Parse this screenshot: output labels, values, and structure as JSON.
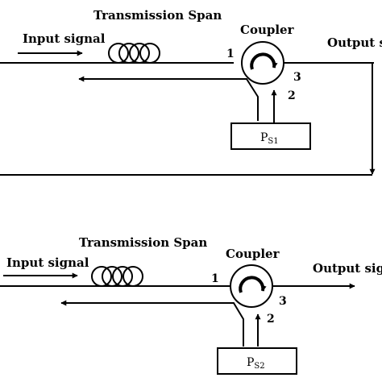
{
  "panels": [
    {
      "id": "top",
      "input_label": "Input signal",
      "span_label": "Transmission Span",
      "coupler_label": "Coupler",
      "output_label": "Output signal",
      "port1": "1",
      "port2": "2",
      "port3": "3",
      "pump_label_main": "P",
      "pump_label_sub": "S1"
    },
    {
      "id": "bottom",
      "input_label": "Input signal",
      "span_label": "Transmission Span",
      "coupler_label": "Coupler",
      "output_label": "Output signal",
      "port1": "1",
      "port2": "2",
      "port3": "3",
      "pump_label_main": "P",
      "pump_label_sub": "S2"
    }
  ],
  "colors": {
    "line": "#000000",
    "background": "#ffffff"
  }
}
